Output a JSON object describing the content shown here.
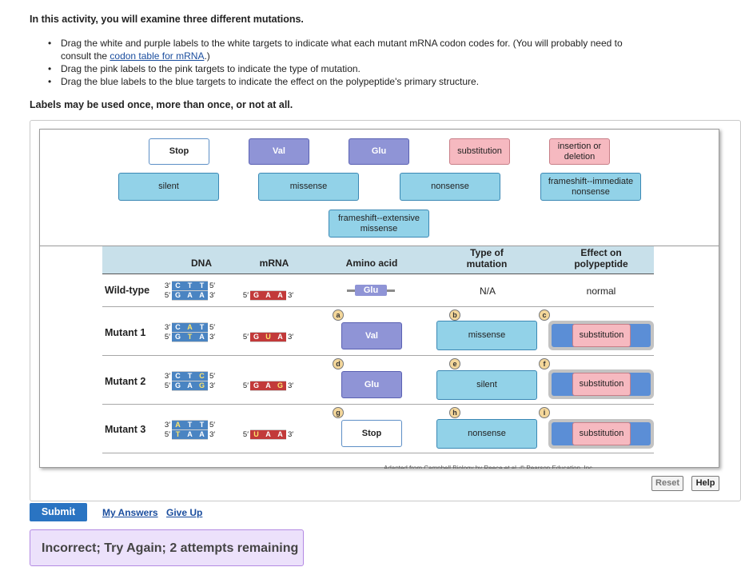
{
  "instructions": {
    "intro": "In this activity, you will examine three different mutations.",
    "bullet1_a": "Drag the white and purple labels to the white targets to indicate what each mutant mRNA codon codes for. (You will probably need to",
    "bullet1_b": "consult the",
    "bullet1_link": "codon table for mRNA",
    "bullet1_c": ".)",
    "bullet2": "Drag the pink labels to the pink targets to indicate the type of mutation.",
    "bullet3": "Drag the blue labels to the blue targets to indicate the effect on the polypeptide's primary structure.",
    "labels_note": "Labels may be used once, more than once, or not at all."
  },
  "label_bank": {
    "stop": "Stop",
    "val": "Val",
    "glu": "Glu",
    "substitution": "substitution",
    "insertion_deletion": "insertion or deletion",
    "silent": "silent",
    "missense": "missense",
    "nonsense": "nonsense",
    "frameshift_immediate": "frameshift--immediate nonsense",
    "frameshift_extensive": "frameshift--extensive missense"
  },
  "table": {
    "headers": {
      "dna": "DNA",
      "mrna": "mRNA",
      "amino_acid": "Amino acid",
      "type_of_mutation": "Type of mutation",
      "effect_on_polypeptide": "Effect on polypeptide"
    },
    "prime3": "3′",
    "prime5": "5′",
    "rows": [
      {
        "name": "Wild-type",
        "dna_top": [
          "C",
          "T",
          "T"
        ],
        "dna_bottom": [
          "G",
          "A",
          "A"
        ],
        "mrna": [
          "G",
          "A",
          "A"
        ],
        "amino_acid": "Glu",
        "type": "N/A",
        "effect": "normal"
      },
      {
        "name": "Mutant 1",
        "dna_top": [
          "C",
          "A",
          "T"
        ],
        "dna_bottom": [
          "G",
          "T",
          "A"
        ],
        "mrna": [
          "G",
          "U",
          "A"
        ],
        "badges": [
          "a",
          "b",
          "c"
        ],
        "amino_acid": "Val",
        "type": "missense",
        "effect": "substitution"
      },
      {
        "name": "Mutant 2",
        "dna_top": [
          "C",
          "T",
          "C"
        ],
        "dna_bottom": [
          "G",
          "A",
          "G"
        ],
        "mrna": [
          "G",
          "A",
          "G"
        ],
        "badges": [
          "d",
          "e",
          "f"
        ],
        "amino_acid": "Glu",
        "type": "silent",
        "effect": "substitution"
      },
      {
        "name": "Mutant 3",
        "dna_top": [
          "A",
          "T",
          "T"
        ],
        "dna_bottom": [
          "T",
          "A",
          "A"
        ],
        "mrna": [
          "U",
          "A",
          "A"
        ],
        "badges": [
          "g",
          "h",
          "i"
        ],
        "amino_acid": "Stop",
        "type": "nonsense",
        "effect": "substitution"
      }
    ]
  },
  "credit": "Adapted from Campbell Biology by Reece et al. © Pearson Education, Inc.",
  "buttons": {
    "reset": "Reset",
    "help": "Help",
    "submit": "Submit",
    "my_answers": "My Answers",
    "give_up": "Give Up"
  },
  "feedback": "Incorrect; Try Again; 2 attempts remaining"
}
